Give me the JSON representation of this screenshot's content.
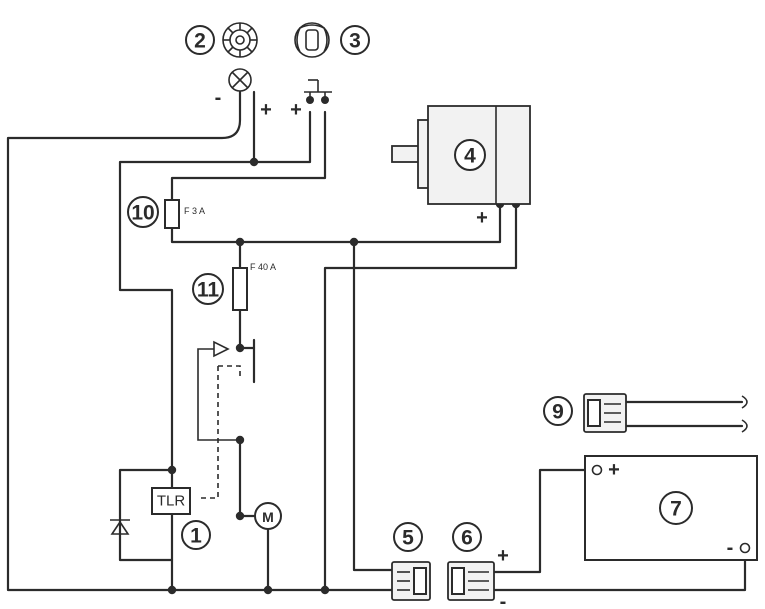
{
  "callouts": {
    "n1": "1",
    "n2": "2",
    "n3": "3",
    "n4": "4",
    "n5": "5",
    "n6": "6",
    "n7": "7",
    "n9": "9",
    "n10": "10",
    "n11": "11"
  },
  "labels": {
    "fuse_f3a": "F 3 A",
    "fuse_f40a": "F 40 A",
    "relay": "TLR",
    "motor": "M"
  },
  "polarity": {
    "lamp_minus": "-",
    "lamp_plus": "+",
    "switch_plus": "+",
    "motor4_plus": "+",
    "batt7_plus": "+",
    "batt7_minus": "-",
    "conn6_plus": "+",
    "conn6_minus": "-"
  }
}
